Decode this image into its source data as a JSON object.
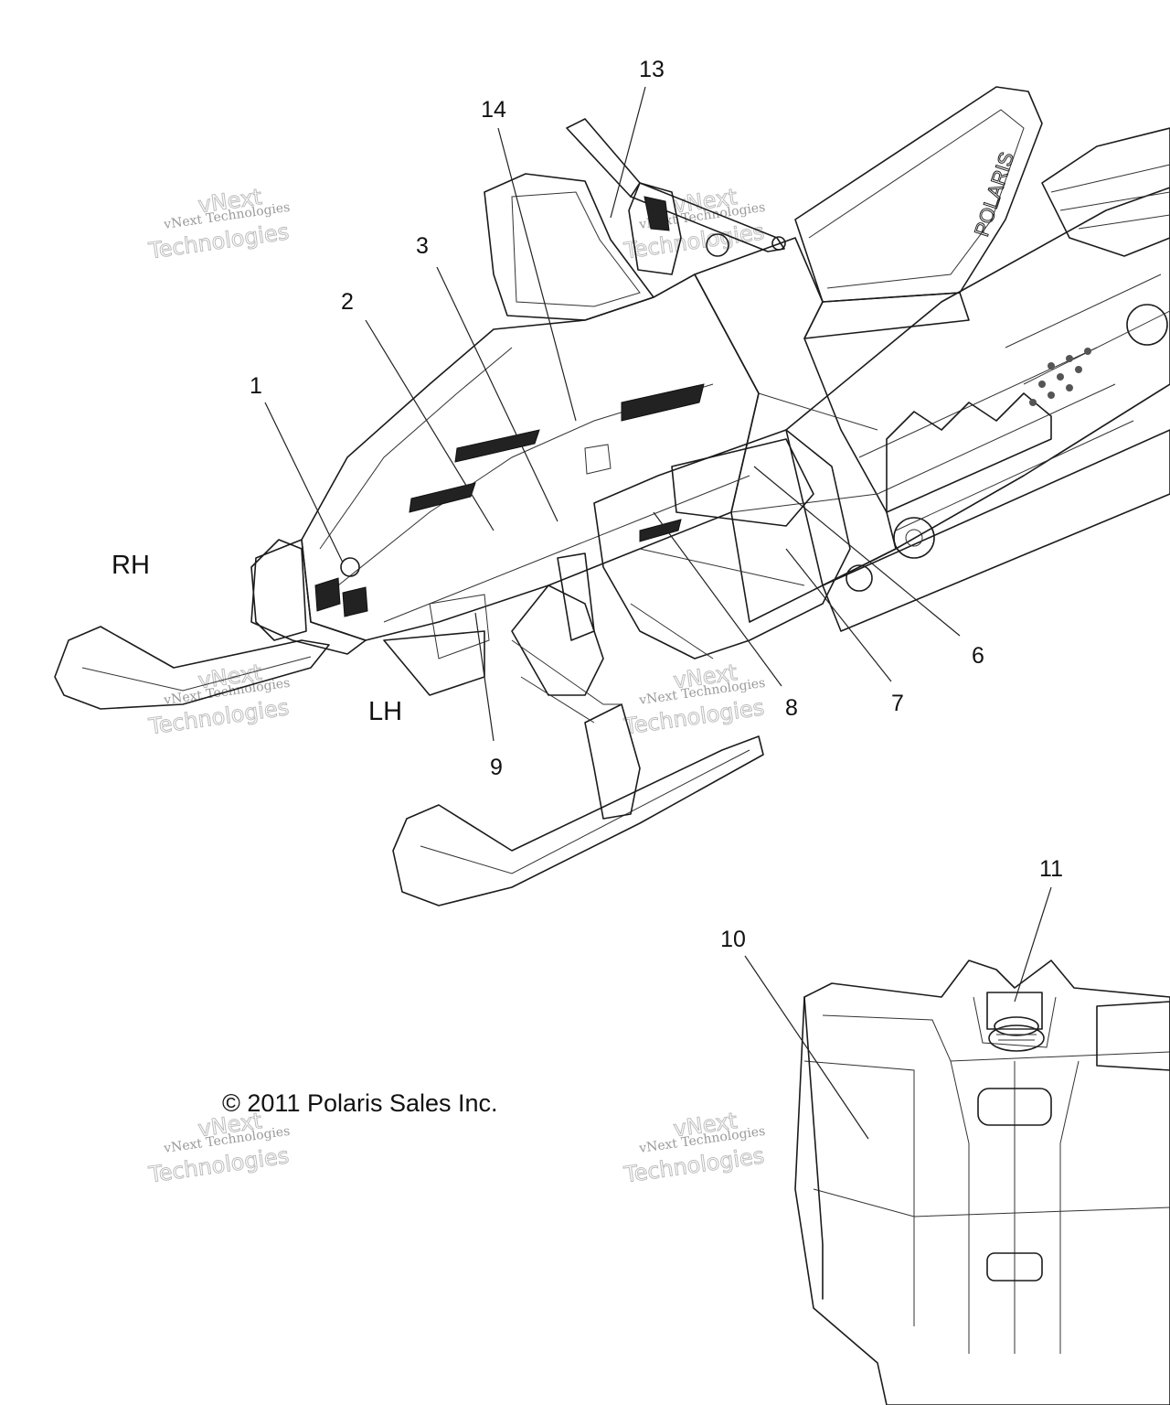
{
  "diagram": {
    "callouts": [
      {
        "id": "c1",
        "label": "1"
      },
      {
        "id": "c2",
        "label": "2"
      },
      {
        "id": "c3",
        "label": "3"
      },
      {
        "id": "c6",
        "label": "6"
      },
      {
        "id": "c7",
        "label": "7"
      },
      {
        "id": "c8",
        "label": "8"
      },
      {
        "id": "c9",
        "label": "9"
      },
      {
        "id": "c10",
        "label": "10"
      },
      {
        "id": "c11",
        "label": "11"
      },
      {
        "id": "c13",
        "label": "13"
      },
      {
        "id": "c14",
        "label": "14"
      }
    ],
    "side_labels": {
      "right": "RH",
      "left": "LH"
    },
    "copyright": "© 2011 Polaris Sales Inc.",
    "brand_on_seat": "POLARIS",
    "watermark": {
      "line1": "vNext Technologies",
      "line2": "Technologies",
      "line3": "vNext"
    }
  }
}
